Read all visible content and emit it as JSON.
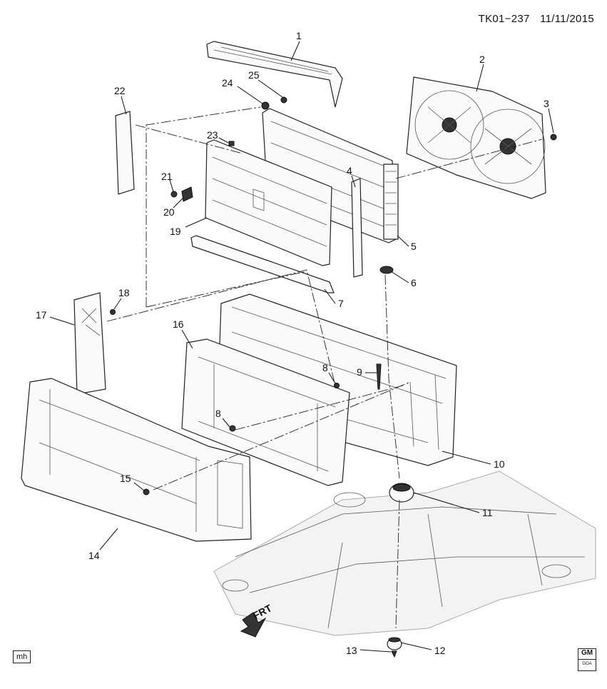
{
  "header": {
    "diagram_id": "TK01−237",
    "date": "11/11/2015"
  },
  "footer": {
    "initials": "mh",
    "logo_text": "GM",
    "logo_sub": "GOA"
  },
  "front_arrow": {
    "label": "FRT"
  },
  "callouts": [
    "1",
    "2",
    "3",
    "4",
    "5",
    "6",
    "7",
    "8",
    "8",
    "9",
    "10",
    "11",
    "12",
    "13",
    "14",
    "15",
    "16",
    "17",
    "18",
    "19",
    "20",
    "21",
    "22",
    "23",
    "24",
    "25"
  ]
}
